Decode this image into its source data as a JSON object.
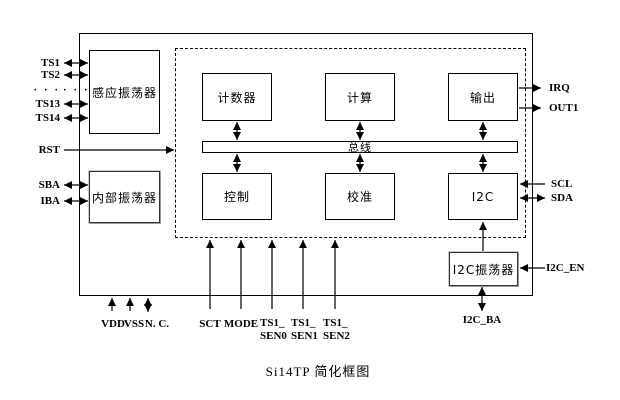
{
  "caption": "Si14TP 简化框图",
  "blocks": {
    "sense_osc": "感应振荡器",
    "internal_osc": "内部振荡器",
    "i2c_osc": "I2C振荡器",
    "counter": "计数器",
    "compute": "计算",
    "output": "输出",
    "control": "控制",
    "calibrate": "校准",
    "i2c": "I2C",
    "bus": "总线"
  },
  "pins": {
    "left": {
      "ts1": "TS1",
      "ts2": "TS2",
      "ellipsis": "· · ·",
      "ts13": "TS13",
      "ts14": "TS14",
      "rst": "RST",
      "sba": "SBA",
      "iba": "IBA"
    },
    "right": {
      "irq": "IRQ",
      "out1": "OUT1",
      "scl": "SCL",
      "sda": "SDA",
      "i2c_en": "I2C_EN",
      "i2c_ba": "I2C_BA"
    },
    "bottom": {
      "vdd": "VDD",
      "vss": "VSS",
      "nc": "N. C.",
      "sct": "SCT",
      "mode": "MODE",
      "ts1_sen0": "TS1_\nSEN0",
      "ts1_sen1": "TS1_\nSEN1",
      "ts1_sen2": "TS1_\nSEN2"
    }
  },
  "colors": {
    "line": "#000000",
    "background": "#ffffff",
    "osc_shadow": "#9a9a9a"
  }
}
